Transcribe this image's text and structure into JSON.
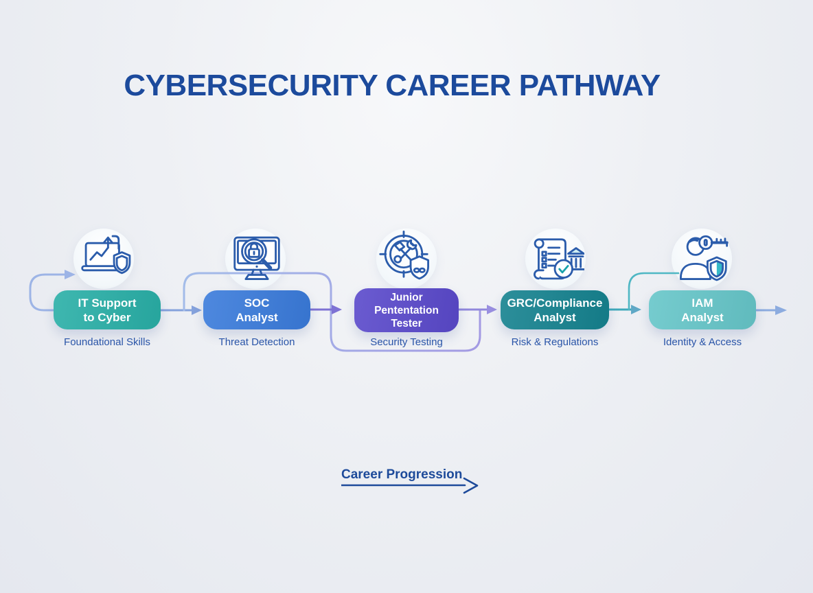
{
  "title": "CYBERSECURITY CAREER PATHWAY",
  "stages": [
    {
      "lines": [
        "IT Support",
        "to Cyber"
      ],
      "subtitle": "Foundational Skills",
      "pill_color": "#29AFA7",
      "icon": "laptop-growth-shield-icon"
    },
    {
      "lines": [
        "SOC",
        "Analyst"
      ],
      "subtitle": "Threat Detection",
      "pill_color": "#3A7BDB",
      "icon": "monitor-magnifier-lock-icon"
    },
    {
      "lines": [
        "Junior",
        "Pententation",
        "Tester"
      ],
      "subtitle": "Security Testing",
      "pill_color": "#5A49CB",
      "icon": "target-tools-mask-icon"
    },
    {
      "lines": [
        "GRC/Compliance",
        "Analyst"
      ],
      "subtitle": "Risk & Regulations",
      "pill_color": "#15828F",
      "icon": "scroll-check-bank-icon"
    },
    {
      "lines": [
        "IAM",
        "Analyst"
      ],
      "subtitle": "Identity & Access",
      "pill_color": "#66C6C9",
      "icon": "person-key-shield-icon"
    }
  ],
  "footer": {
    "label": "Career Progression",
    "arrow_color": "#1D4A9A"
  },
  "colors": {
    "title": "#1C4A9C",
    "subtitle": "#2A55A8",
    "connector_entry": "#9DB4E6",
    "connector_periwinkle": "#85A2DC",
    "connector_purple": "#7E72D4",
    "connector_lavender": "#A39AE3",
    "connector_teal": "#3FA9BB",
    "connector_teal_arrow": "#5FA8C6",
    "connector_exit": "#8CABDF",
    "icon_stroke": "#2B5CAB",
    "icon_accent_teal": "#35B8C8"
  }
}
